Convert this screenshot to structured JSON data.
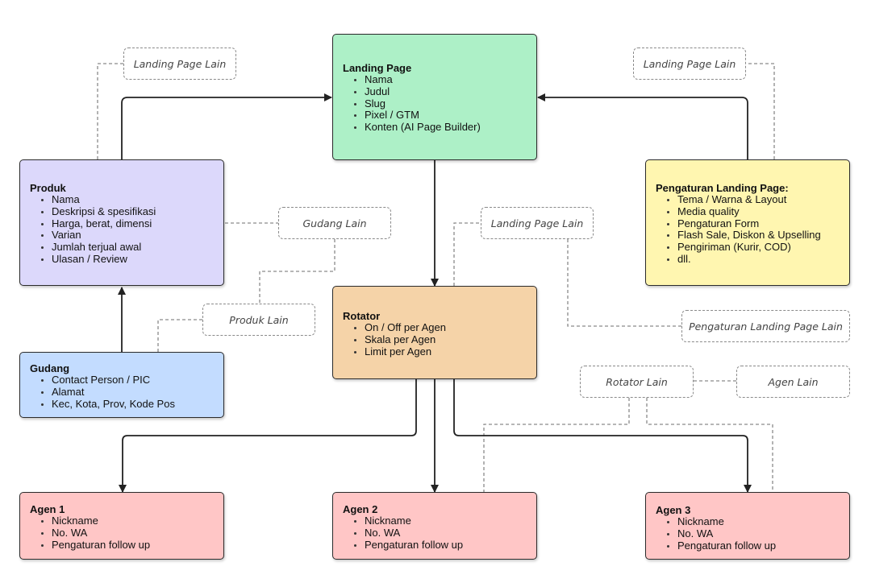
{
  "colors": {
    "landing": "#adf0c7",
    "produk": "#dcd8fb",
    "gudang": "#c3dcff",
    "rotator": "#f5d3a8",
    "pengaturan": "#fff6b0",
    "agen": "#ffc6c6",
    "line": "#222222",
    "dashed": "#8a8a8a"
  },
  "boxes": {
    "landing_page": {
      "title": "Landing Page",
      "items": [
        "Nama",
        "Judul",
        "Slug",
        "Pixel / GTM",
        "Konten (AI Page Builder)"
      ]
    },
    "produk": {
      "title": "Produk",
      "items": [
        "Nama",
        "Deskripsi & spesifikasi",
        "Harga, berat, dimensi",
        "Varian",
        "Jumlah terjual awal",
        "Ulasan / Review"
      ]
    },
    "pengaturan": {
      "title": "Pengaturan Landing Page:",
      "items": [
        "Tema / Warna & Layout",
        "Media quality",
        "Pengaturan Form",
        "Flash Sale, Diskon & Upselling",
        "Pengiriman (Kurir, COD)",
        "dll."
      ]
    },
    "gudang": {
      "title": "Gudang",
      "items": [
        "Contact Person / PIC",
        "Alamat",
        "Kec, Kota, Prov, Kode Pos"
      ]
    },
    "rotator": {
      "title": "Rotator",
      "items": [
        "On / Off per Agen",
        "Skala per Agen",
        "Limit per Agen"
      ]
    },
    "agen1": {
      "title": "Agen 1",
      "items": [
        "Nickname",
        "No. WA",
        "Pengaturan follow up"
      ]
    },
    "agen2": {
      "title": "Agen 2",
      "items": [
        "Nickname",
        "No. WA",
        "Pengaturan follow up"
      ]
    },
    "agen3": {
      "title": "Agen 3",
      "items": [
        "Nickname",
        "No. WA",
        "Pengaturan follow up"
      ]
    }
  },
  "notes": {
    "landing_lain_left": "Landing Page Lain",
    "landing_lain_right": "Landing Page Lain",
    "gudang_lain": "Gudang Lain",
    "landing_lain_mid": "Landing Page Lain",
    "produk_lain": "Produk Lain",
    "pengaturan_lain": "Pengaturan Landing Page Lain",
    "rotator_lain": "Rotator Lain",
    "agen_lain": "Agen Lain"
  }
}
